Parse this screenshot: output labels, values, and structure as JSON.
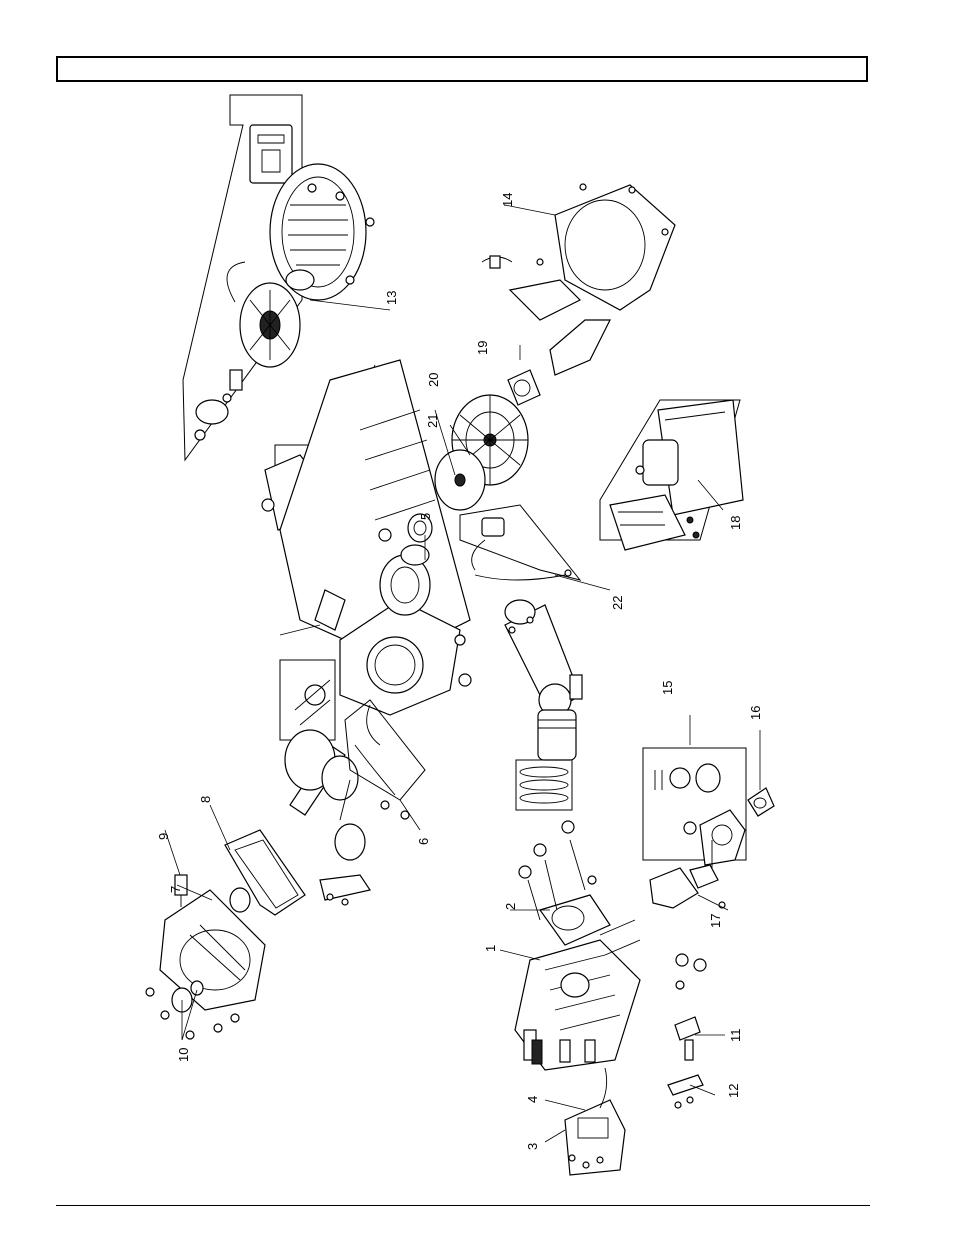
{
  "header": {
    "title": ""
  },
  "diagram": {
    "callouts": [
      {
        "id": "1",
        "label": "1"
      },
      {
        "id": "2",
        "label": "2"
      },
      {
        "id": "3",
        "label": "3"
      },
      {
        "id": "4",
        "label": "4"
      },
      {
        "id": "5",
        "label": "5"
      },
      {
        "id": "6",
        "label": "6"
      },
      {
        "id": "7",
        "label": "7"
      },
      {
        "id": "8",
        "label": "8"
      },
      {
        "id": "9",
        "label": "9"
      },
      {
        "id": "10",
        "label": "10"
      },
      {
        "id": "11",
        "label": "11"
      },
      {
        "id": "12",
        "label": "12"
      },
      {
        "id": "13",
        "label": "13"
      },
      {
        "id": "14",
        "label": "14"
      },
      {
        "id": "15",
        "label": "15"
      },
      {
        "id": "16",
        "label": "16"
      },
      {
        "id": "17",
        "label": "17"
      },
      {
        "id": "18",
        "label": "18"
      },
      {
        "id": "19",
        "label": "19"
      },
      {
        "id": "20",
        "label": "20"
      },
      {
        "id": "21",
        "label": "21"
      },
      {
        "id": "22",
        "label": "22"
      }
    ]
  }
}
